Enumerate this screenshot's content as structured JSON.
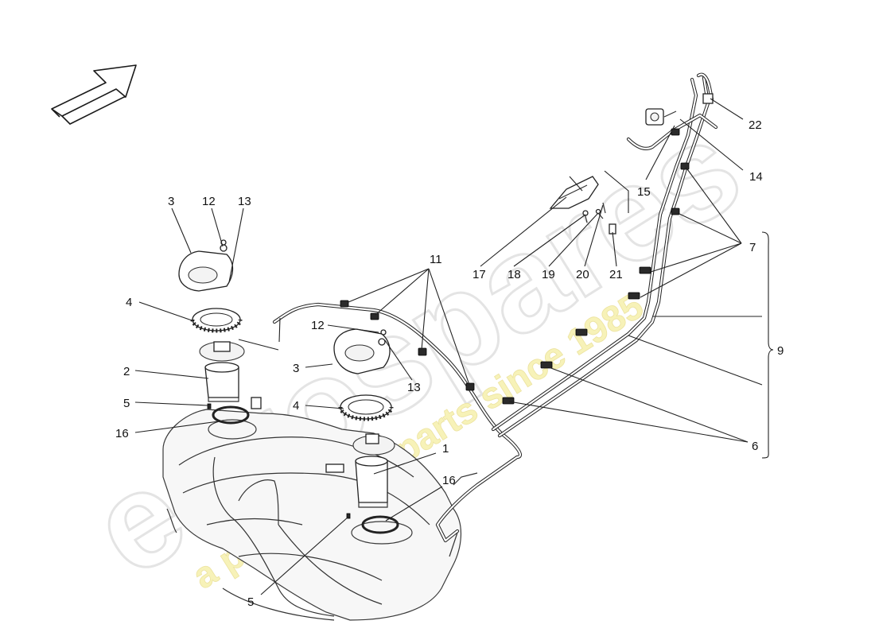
{
  "watermark": {
    "brand": "eurospares",
    "tagline": "a passion for parts since 1985"
  },
  "callouts": {
    "c1": "1",
    "c2": "2",
    "c3a": "3",
    "c3b": "3",
    "c4a": "4",
    "c4b": "4",
    "c5a": "5",
    "c5b": "5",
    "c6": "6",
    "c7": "7",
    "c9": "9",
    "c11": "11",
    "c12a": "12",
    "c12b": "12",
    "c13a": "13",
    "c13b": "13",
    "c14": "14",
    "c15": "15",
    "c16a": "16",
    "c16b": "16",
    "c17": "17",
    "c18": "18",
    "c19": "19",
    "c20": "20",
    "c21": "21",
    "c22": "22"
  },
  "colors": {
    "watermark_fill": "#ececec",
    "tagline_fill": "#f3eda0",
    "line": "#222222"
  },
  "icons": {
    "direction_arrow": "arrow-right-up-icon"
  }
}
